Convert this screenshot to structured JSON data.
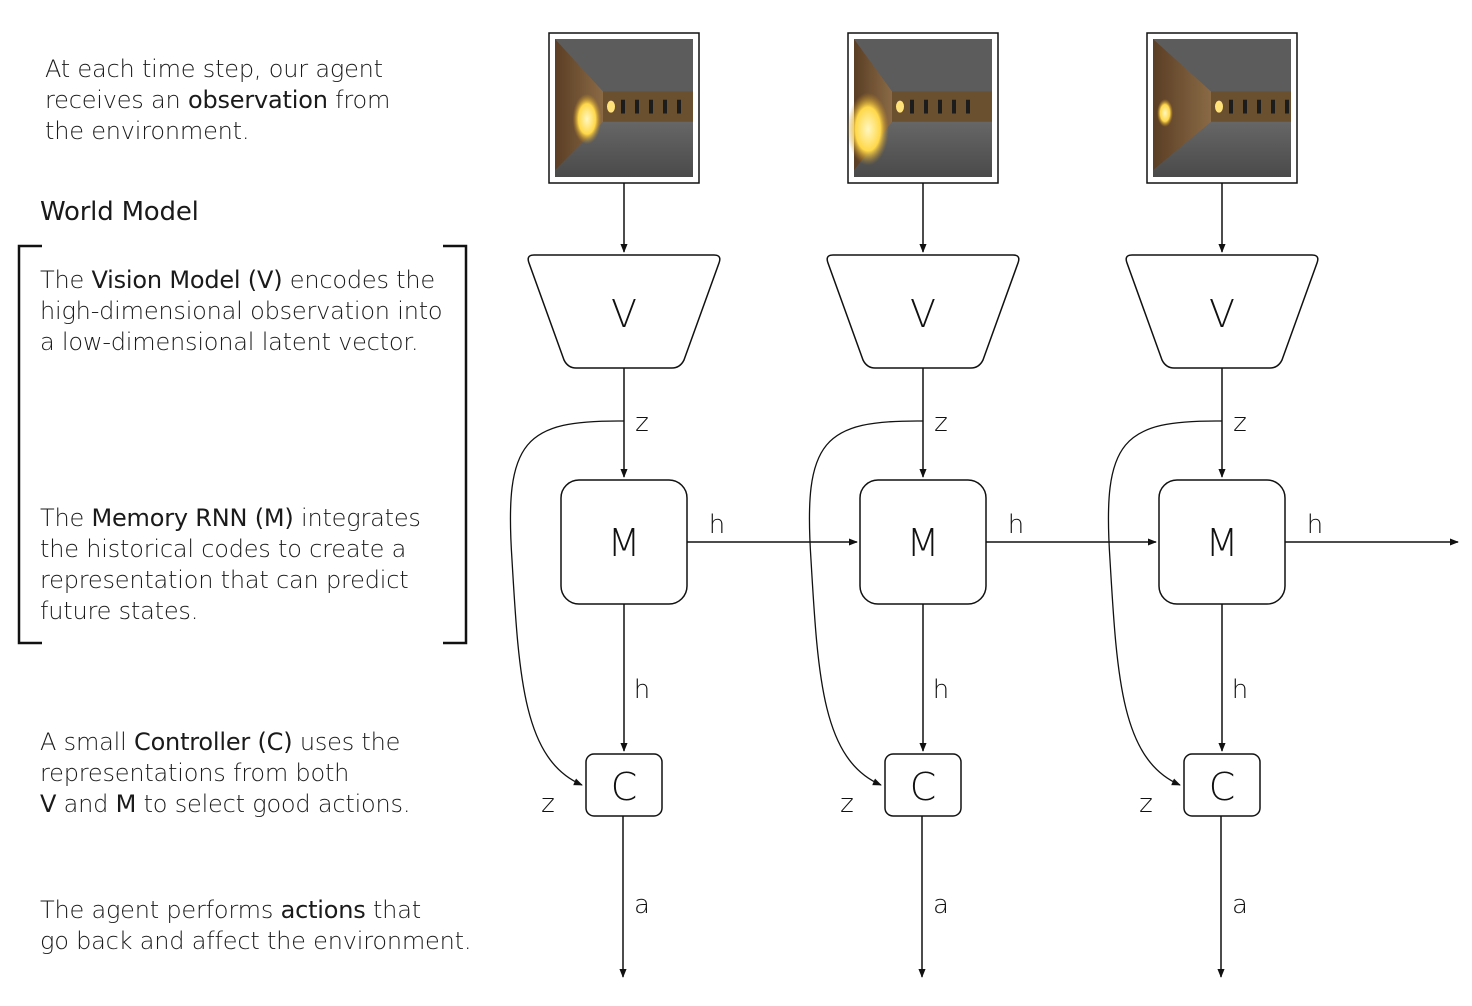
{
  "descriptions": {
    "observation": {
      "line1": "At each time step, our agent",
      "line2_pre": "receives an ",
      "line2_bold": "observation",
      "line2_post": " from",
      "line3": "the environment."
    },
    "world_model_title": "World Model",
    "vision": {
      "line1_pre": "The ",
      "line1_bold": "Vision Model (V)",
      "line1_post": " encodes the",
      "line2": "high-dimensional observation into",
      "line3": "a low-dimensional latent vector."
    },
    "memory": {
      "line1_pre": "The ",
      "line1_bold": "Memory RNN (M)",
      "line1_post": " integrates",
      "line2": "the historical codes to create a",
      "line3": "representation that can predict",
      "line4": "future states."
    },
    "controller": {
      "line1_pre": "A small ",
      "line1_bold": "Controller (C)",
      "line1_post": " uses the",
      "line2": "representations from both",
      "line3_bold1": "V",
      "line3_mid": " and ",
      "line3_bold2": "M",
      "line3_post": " to select good actions."
    },
    "actions": {
      "line1_pre": "The agent performs ",
      "line1_bold": "actions",
      "line1_post": " that",
      "line2": "go back and affect the environment."
    }
  },
  "diagram": {
    "vision_label": "V",
    "memory_label": "M",
    "controller_label": "C",
    "z_label": "z",
    "h_label": "h",
    "a_label": "a",
    "timesteps": 3
  },
  "colors": {
    "stroke": "#111111",
    "frame_floor": "#5a5a5a",
    "frame_wall": "#6b4a2e",
    "frame_light": "#ffe27a"
  }
}
